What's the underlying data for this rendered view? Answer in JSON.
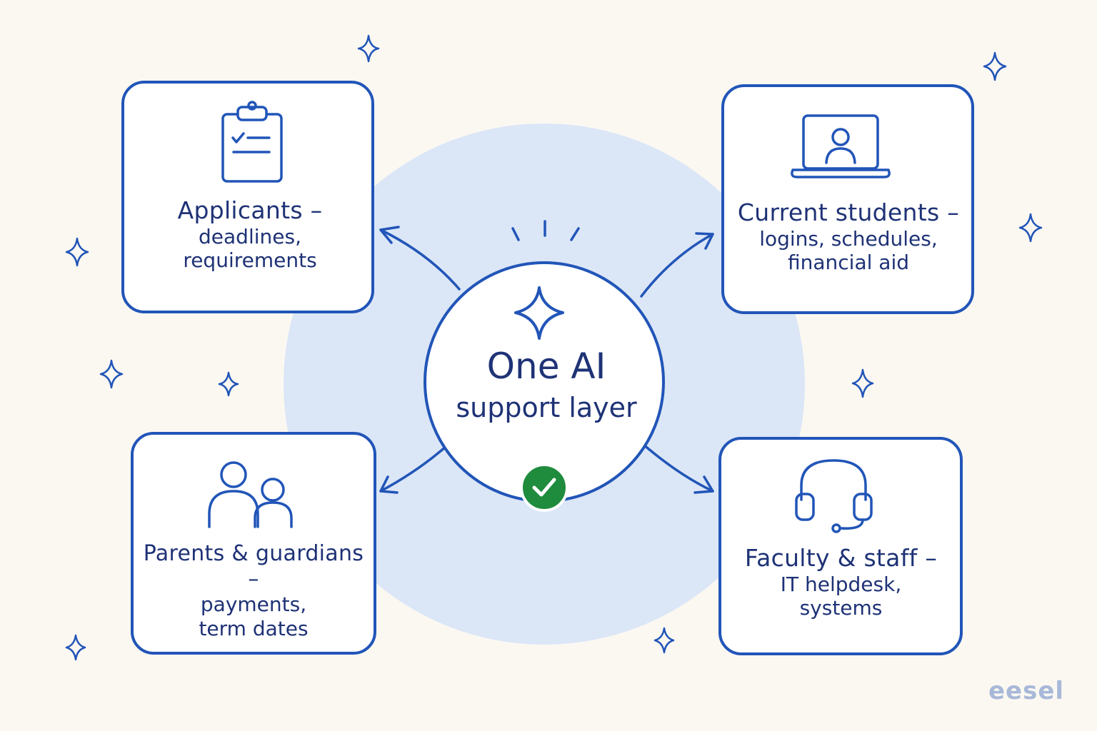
{
  "colors": {
    "background": "#fbf8f2",
    "ink": "#2155b8",
    "text": "#1e3276",
    "halo": "#dbe6f7",
    "check": "#1f8b3d",
    "brand": "#a8b8d8"
  },
  "center": {
    "line1": "One AI",
    "line2": "support layer",
    "icon": "sparkle-icon",
    "badge_icon": "check-icon"
  },
  "cards": [
    {
      "id": "applicants",
      "icon": "clipboard-icon",
      "title": "Applicants –",
      "lines": [
        "deadlines,",
        "requirements"
      ]
    },
    {
      "id": "students",
      "icon": "laptop-user-icon",
      "title": "Current students –",
      "lines": [
        "logins, schedules,",
        "financial aid"
      ]
    },
    {
      "id": "parents",
      "icon": "people-icon",
      "title": "Parents & guardians –",
      "lines": [
        "payments,",
        "term dates"
      ]
    },
    {
      "id": "faculty",
      "icon": "headset-icon",
      "title": "Faculty & staff –",
      "lines": [
        "IT helpdesk,",
        "systems"
      ]
    }
  ],
  "brand": "eesel"
}
